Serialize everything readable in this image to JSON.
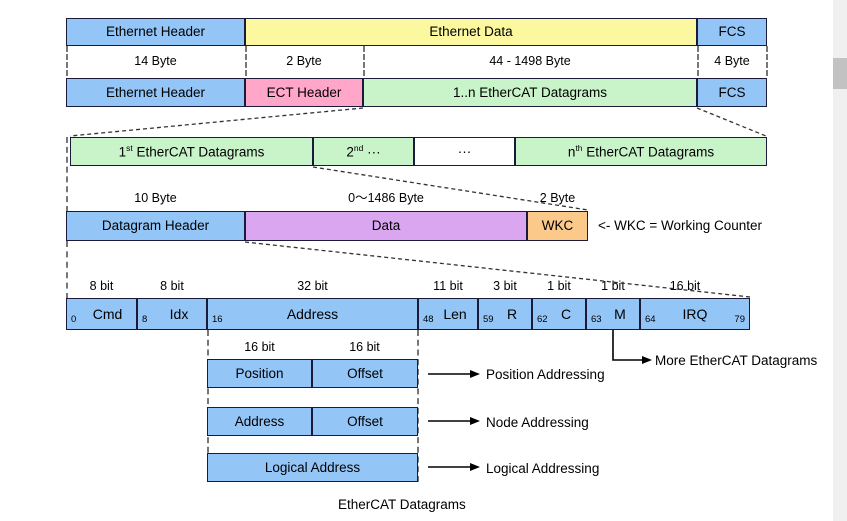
{
  "figure": {
    "caption": "EtherCAT Datagrams",
    "note": "<- WKC = Working Counter",
    "more_label": "More EtherCAT Datagrams"
  },
  "colors": {
    "blue": "#93c5f7",
    "yellow": "#fbf8a0",
    "pink": "#ffa6c9",
    "green": "#c9f3c9",
    "purple": "#d9a6ef",
    "orange": "#fbc98a",
    "border": "#1a1a3a",
    "scrollbar_track": "#f0f0f0",
    "scrollbar_thumb": "#c2c2c2"
  },
  "ethernet_frame": {
    "row1": [
      {
        "label": "Ethernet Header",
        "color": "blue"
      },
      {
        "label": "Ethernet Data",
        "color": "yellow"
      },
      {
        "label": "FCS",
        "color": "blue"
      }
    ],
    "sizes": [
      {
        "label": "14 Byte"
      },
      {
        "label": "2 Byte"
      },
      {
        "label": "44 - 1498 Byte"
      },
      {
        "label": "4 Byte"
      }
    ],
    "row2": [
      {
        "label": "Ethernet Header",
        "color": "blue"
      },
      {
        "label": "ECT Header",
        "color": "pink"
      },
      {
        "label": "1..n EtherCAT Datagrams",
        "color": "green"
      },
      {
        "label": "FCS",
        "color": "blue"
      }
    ]
  },
  "datagram_list": [
    {
      "label": "1st EtherCAT Datagrams",
      "sup": "st",
      "base": "1",
      "tail": " EtherCAT Datagrams",
      "color": "green"
    },
    {
      "label": "2nd ···",
      "sup": "nd",
      "base": "2",
      "tail": " ···",
      "color": "green"
    },
    {
      "label": "···",
      "sup": "",
      "base": "",
      "tail": "···",
      "color": "white"
    },
    {
      "label": "nth EtherCAT Datagrams",
      "sup": "th",
      "base": "n",
      "tail": " EtherCAT Datagrams",
      "color": "green"
    }
  ],
  "datagram_structure": {
    "sizes": [
      {
        "label": "10 Byte"
      },
      {
        "label": "0～1486 Byte"
      },
      {
        "label": "2 Byte"
      }
    ],
    "blocks": [
      {
        "label": "Datagram Header",
        "color": "blue"
      },
      {
        "label": "Data",
        "color": "purple"
      },
      {
        "label": "WKC",
        "color": "orange"
      }
    ]
  },
  "datagram_header_fields": {
    "bit_sizes": [
      {
        "label": "8 bit"
      },
      {
        "label": "8 bit"
      },
      {
        "label": "32 bit"
      },
      {
        "label": "11 bit"
      },
      {
        "label": "3 bit"
      },
      {
        "label": "1 bit"
      },
      {
        "label": "1 bit"
      },
      {
        "label": "16 bit"
      }
    ],
    "fields": [
      {
        "start": "0",
        "name": "Cmd",
        "end": ""
      },
      {
        "start": "8",
        "name": "Idx",
        "end": ""
      },
      {
        "start": "16",
        "name": "Address",
        "end": ""
      },
      {
        "start": "48",
        "name": "Len",
        "end": ""
      },
      {
        "start": "59",
        "name": "R",
        "end": ""
      },
      {
        "start": "62",
        "name": "C",
        "end": ""
      },
      {
        "start": "63",
        "name": "M",
        "end": ""
      },
      {
        "start": "64",
        "name": "IRQ",
        "end": "79"
      }
    ]
  },
  "addressing": {
    "bit_sizes": [
      {
        "label": "16 bit"
      },
      {
        "label": "16 bit"
      }
    ],
    "modes": [
      {
        "cells": [
          {
            "label": "Position"
          },
          {
            "label": "Offset"
          }
        ],
        "arrow_label": "Position Addressing"
      },
      {
        "cells": [
          {
            "label": "Address"
          },
          {
            "label": "Offset"
          }
        ],
        "arrow_label": "Node Addressing"
      },
      {
        "cells": [
          {
            "label": "Logical Address"
          }
        ],
        "arrow_label": "Logical Addressing"
      }
    ]
  }
}
